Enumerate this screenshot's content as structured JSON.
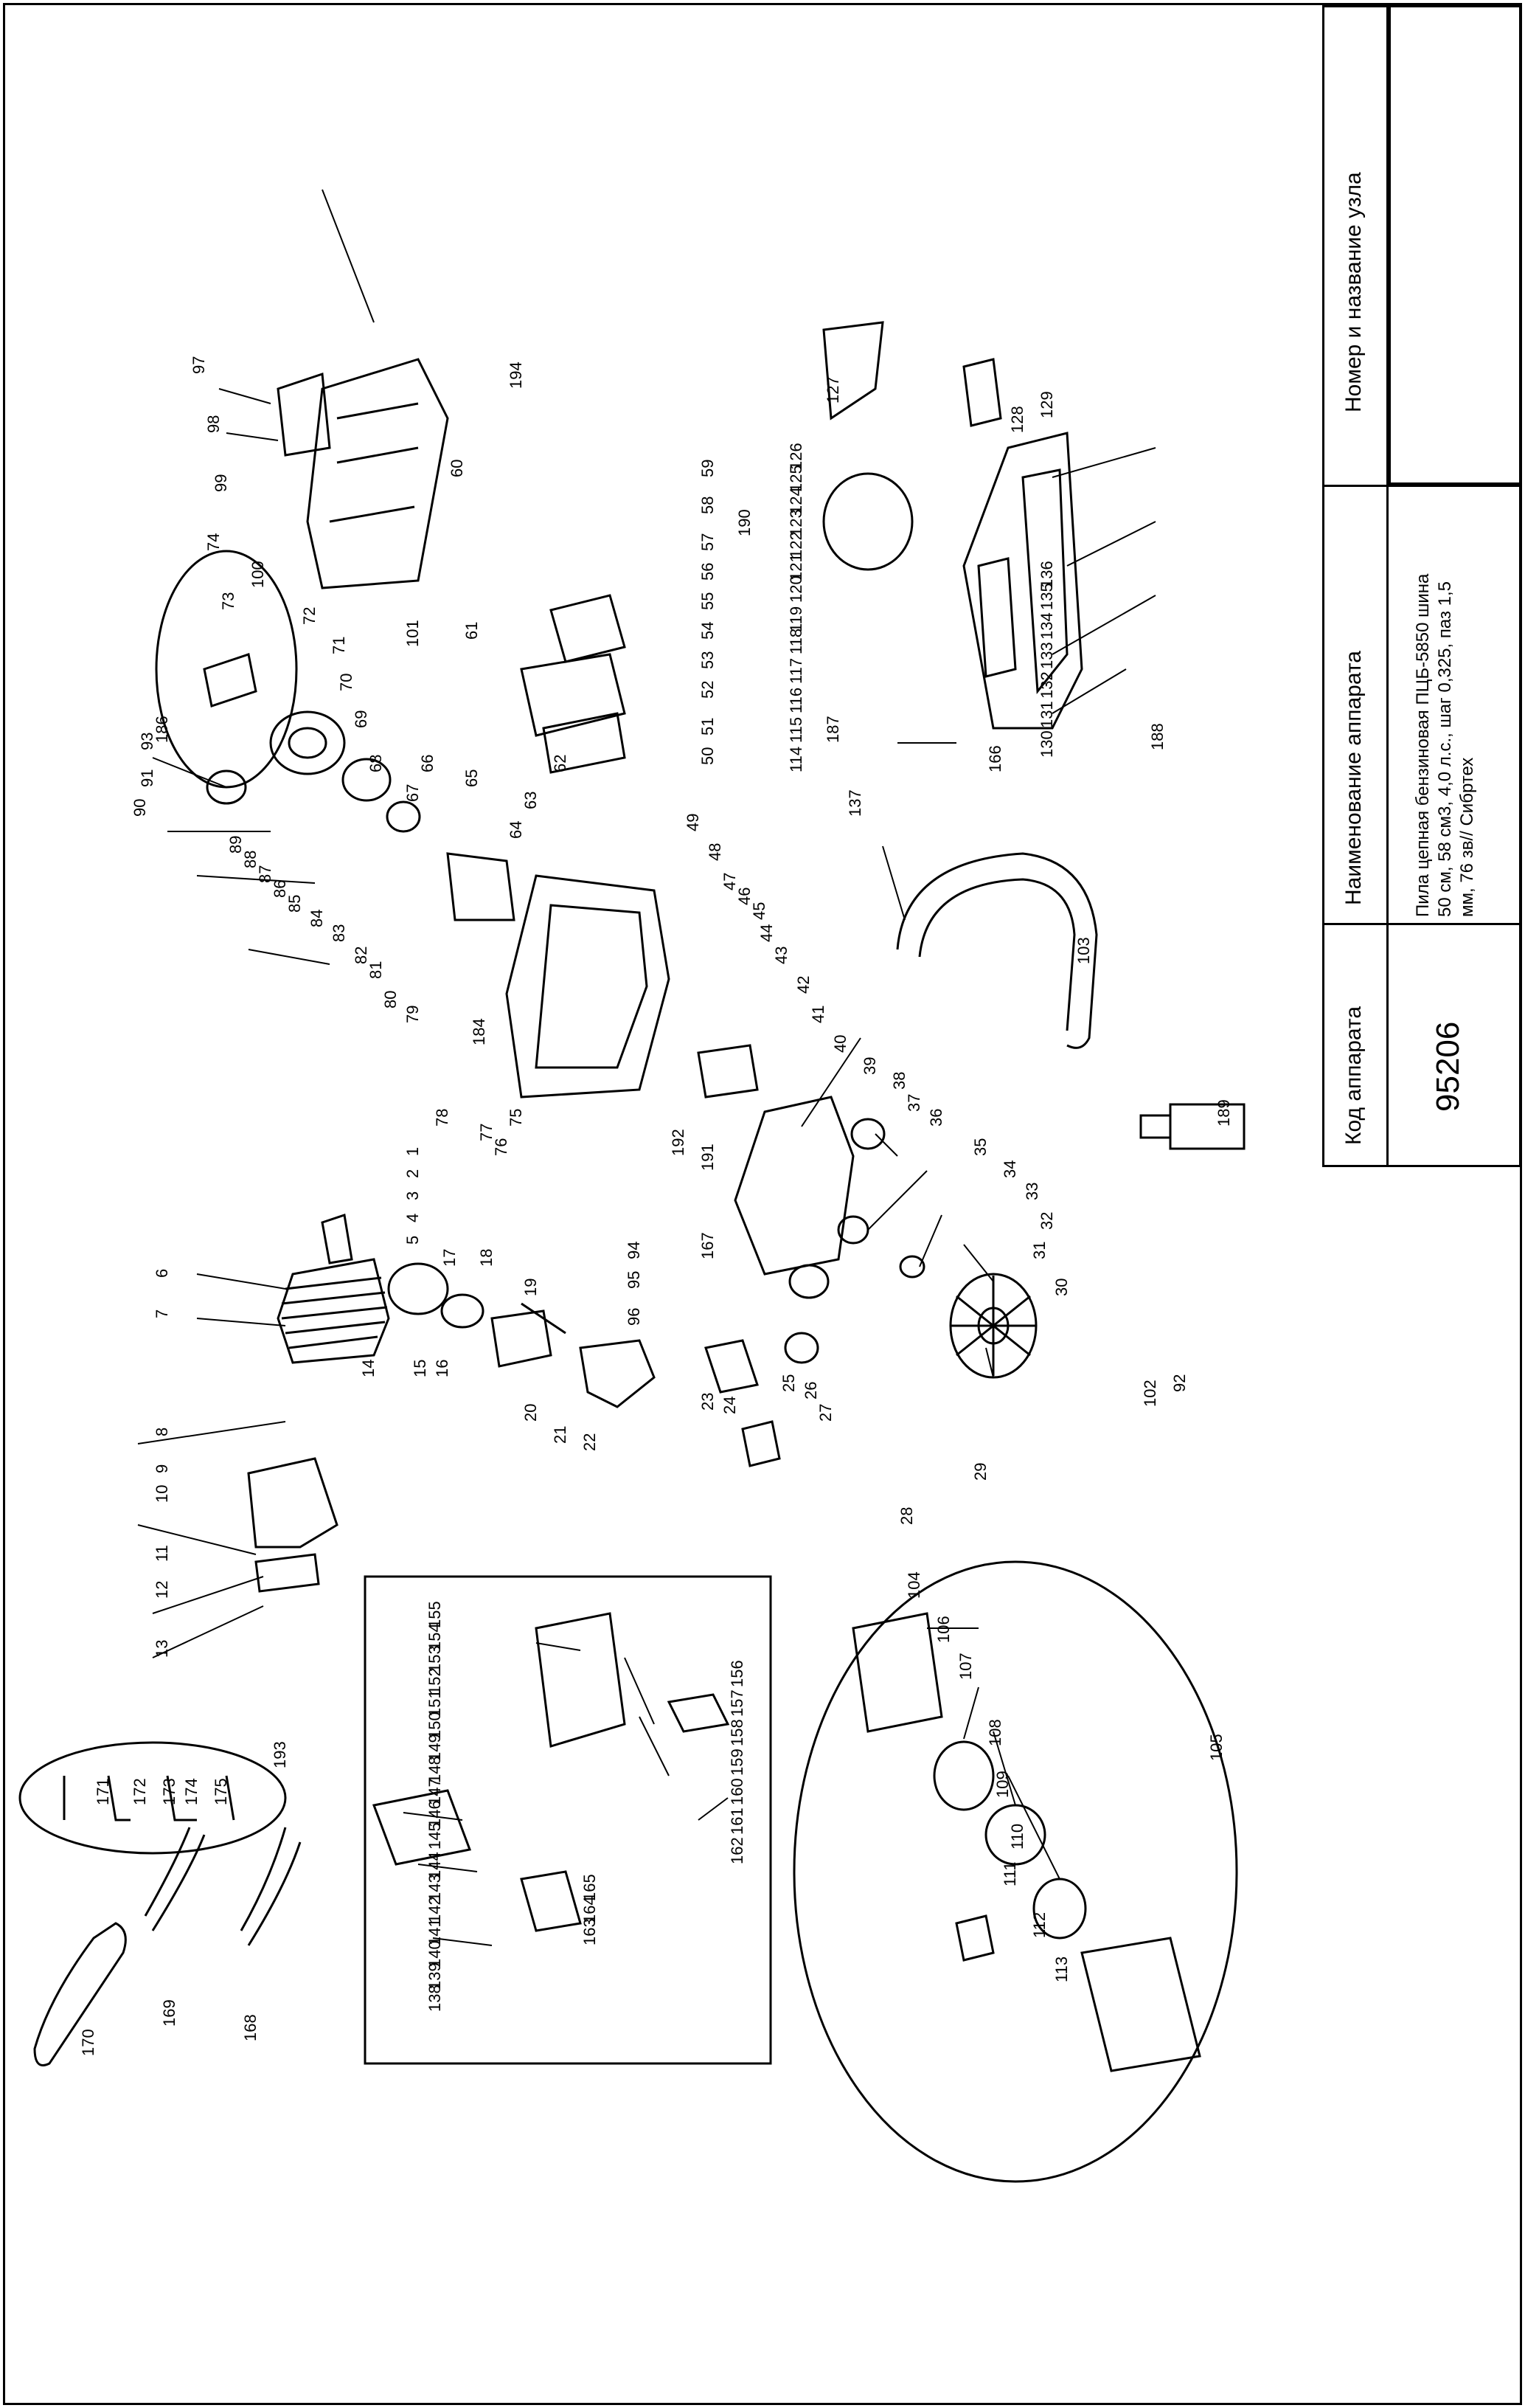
{
  "title_block": {
    "code_header": "Код аппарата",
    "code_value": "95206",
    "name_header": "Наименование аппарата",
    "name_value_line1": "Пила цепная бензиновая ПЦБ-5850 шина",
    "name_value_line2": "50 см, 58 см3, 4,0 л.с., шаг 0,325, паз 1,5",
    "name_value_line3": "мм, 76 зв// Сибртех",
    "node_header": "Номер и название узла"
  },
  "callouts": [
    "1",
    "2",
    "3",
    "4",
    "5",
    "6",
    "7",
    "8",
    "9",
    "10",
    "11",
    "12",
    "13",
    "14",
    "15",
    "16",
    "17",
    "18",
    "19",
    "20",
    "21",
    "22",
    "23",
    "24",
    "25",
    "26",
    "27",
    "28",
    "29",
    "30",
    "31",
    "32",
    "33",
    "34",
    "35",
    "36",
    "37",
    "38",
    "39",
    "40",
    "41",
    "42",
    "43",
    "44",
    "45",
    "46",
    "47",
    "48",
    "49",
    "50",
    "51",
    "52",
    "53",
    "54",
    "55",
    "56",
    "57",
    "58",
    "59",
    "60",
    "61",
    "62",
    "63",
    "64",
    "65",
    "66",
    "67",
    "68",
    "69",
    "70",
    "71",
    "72",
    "73",
    "74",
    "75",
    "76",
    "77",
    "78",
    "79",
    "80",
    "81",
    "82",
    "83",
    "84",
    "85",
    "86",
    "87",
    "88",
    "89",
    "90",
    "91",
    "92",
    "93",
    "94",
    "95",
    "96",
    "97",
    "98",
    "99",
    "100",
    "101",
    "102",
    "103",
    "104",
    "105",
    "106",
    "107",
    "108",
    "109",
    "110",
    "111",
    "112",
    "113",
    "114",
    "115",
    "116",
    "117",
    "118",
    "119",
    "120",
    "121",
    "122",
    "123",
    "124",
    "125",
    "126",
    "127",
    "128",
    "129",
    "130",
    "131",
    "132",
    "133",
    "134",
    "135",
    "136",
    "137",
    "138",
    "139",
    "140",
    "141",
    "142",
    "143",
    "144",
    "145",
    "146",
    "147",
    "148",
    "149",
    "150",
    "151",
    "152",
    "153",
    "154",
    "155",
    "156",
    "157",
    "158",
    "159",
    "160",
    "161",
    "162",
    "163",
    "164",
    "165",
    "166",
    "167",
    "168",
    "169",
    "170",
    "171",
    "172",
    "173",
    "174",
    "175",
    "184",
    "186",
    "187",
    "188",
    "189",
    "190",
    "191",
    "192",
    "193",
    "194"
  ]
}
